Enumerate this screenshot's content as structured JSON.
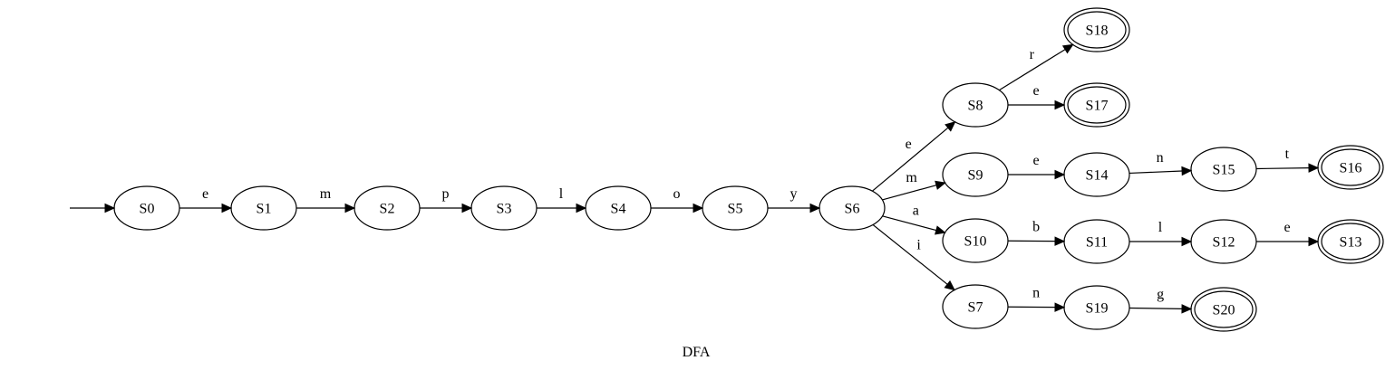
{
  "caption": "DFA",
  "nodes": [
    {
      "id": "S0",
      "label": "S0",
      "accepting": false
    },
    {
      "id": "S1",
      "label": "S1",
      "accepting": false
    },
    {
      "id": "S2",
      "label": "S2",
      "accepting": false
    },
    {
      "id": "S3",
      "label": "S3",
      "accepting": false
    },
    {
      "id": "S4",
      "label": "S4",
      "accepting": false
    },
    {
      "id": "S5",
      "label": "S5",
      "accepting": false
    },
    {
      "id": "S6",
      "label": "S6",
      "accepting": false
    },
    {
      "id": "S8",
      "label": "S8",
      "accepting": false
    },
    {
      "id": "S9",
      "label": "S9",
      "accepting": false
    },
    {
      "id": "S10",
      "label": "S10",
      "accepting": false
    },
    {
      "id": "S7",
      "label": "S7",
      "accepting": false
    },
    {
      "id": "S14",
      "label": "S14",
      "accepting": false
    },
    {
      "id": "S11",
      "label": "S11",
      "accepting": false
    },
    {
      "id": "S19",
      "label": "S19",
      "accepting": false
    },
    {
      "id": "S15",
      "label": "S15",
      "accepting": false
    },
    {
      "id": "S12",
      "label": "S12",
      "accepting": false
    },
    {
      "id": "S18",
      "label": "S18",
      "accepting": true
    },
    {
      "id": "S17",
      "label": "S17",
      "accepting": true
    },
    {
      "id": "S16",
      "label": "S16",
      "accepting": true
    },
    {
      "id": "S13",
      "label": "S13",
      "accepting": true
    },
    {
      "id": "S20",
      "label": "S20",
      "accepting": true
    }
  ],
  "start_state": "S0",
  "edges": [
    {
      "from": "S0",
      "to": "S1",
      "label": "e"
    },
    {
      "from": "S1",
      "to": "S2",
      "label": "m"
    },
    {
      "from": "S2",
      "to": "S3",
      "label": "p"
    },
    {
      "from": "S3",
      "to": "S4",
      "label": "l"
    },
    {
      "from": "S4",
      "to": "S5",
      "label": "o"
    },
    {
      "from": "S5",
      "to": "S6",
      "label": "y"
    },
    {
      "from": "S6",
      "to": "S8",
      "label": "e"
    },
    {
      "from": "S6",
      "to": "S9",
      "label": "m"
    },
    {
      "from": "S6",
      "to": "S10",
      "label": "a"
    },
    {
      "from": "S6",
      "to": "S7",
      "label": "i"
    },
    {
      "from": "S8",
      "to": "S18",
      "label": "r"
    },
    {
      "from": "S8",
      "to": "S17",
      "label": "e"
    },
    {
      "from": "S9",
      "to": "S14",
      "label": "e"
    },
    {
      "from": "S14",
      "to": "S15",
      "label": "n"
    },
    {
      "from": "S15",
      "to": "S16",
      "label": "t"
    },
    {
      "from": "S10",
      "to": "S11",
      "label": "b"
    },
    {
      "from": "S11",
      "to": "S12",
      "label": "l"
    },
    {
      "from": "S12",
      "to": "S13",
      "label": "e"
    },
    {
      "from": "S7",
      "to": "S19",
      "label": "n"
    },
    {
      "from": "S19",
      "to": "S20",
      "label": "g"
    }
  ]
}
